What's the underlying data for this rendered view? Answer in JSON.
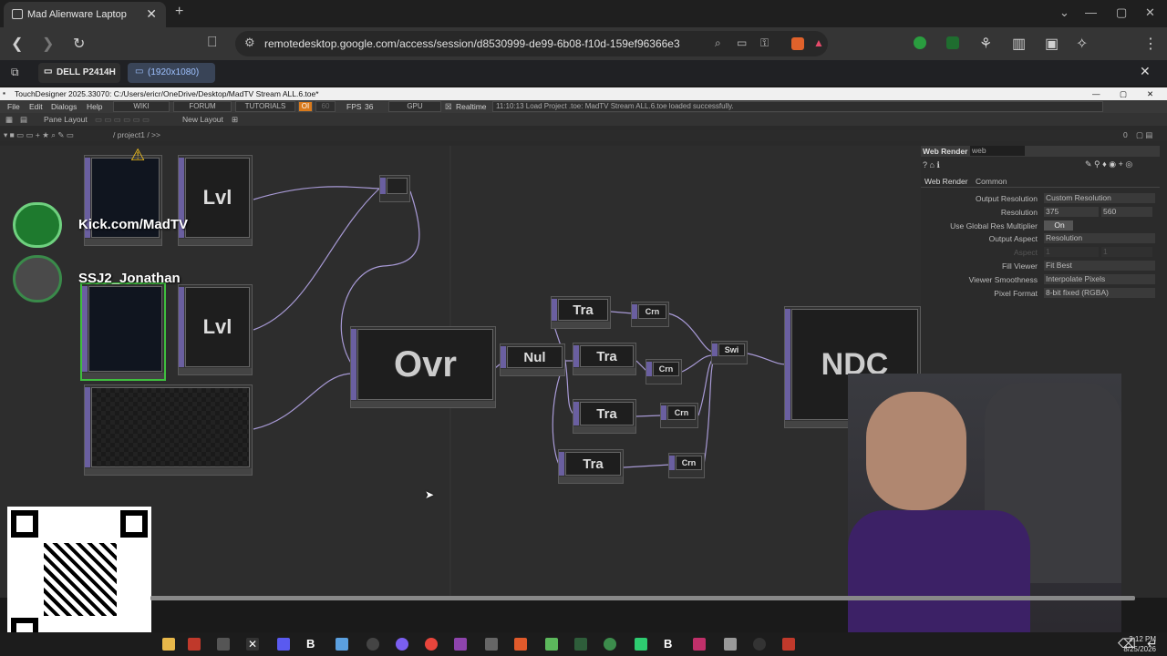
{
  "browser": {
    "tab_title": "Mad Alienware Laptop",
    "url": "remotedesktop.google.com/access/session/d8530999-de99-6b08-f10d-159ef96366e3"
  },
  "remote": {
    "monitor_label": "DELL P2414H",
    "resolution_label": "(1920x1080)"
  },
  "td": {
    "window_title": "TouchDesigner 2025.33070: C:/Users/ericr/OneDrive/Desktop/MadTV Stream ALL.6.toe*",
    "menu": [
      "File",
      "Edit",
      "Dialogs",
      "Help"
    ],
    "wiki": "WIKI",
    "forum": "FORUM",
    "tutorials": "TUTORIALS",
    "fps_label": "FPS",
    "fps_value": "36",
    "gpu": "GPU",
    "realtime": "Realtime",
    "status": "11:10:13 Load Project .toe: MadTV Stream ALL.6.toe loaded successfully.",
    "pane_layout": "Pane Layout",
    "new_layout": "New Layout",
    "path": "/ project1 / >>",
    "pane_index": "0",
    "rec_count": "60"
  },
  "nodes": {
    "lvl1": "Lvl",
    "lvl2": "Lvl",
    "ovr": "Ovr",
    "nul": "Nul",
    "tra1": "Tra",
    "tra2": "Tra",
    "tra3": "Tra",
    "tra4": "Tra",
    "crn1": "Crn",
    "crn2": "Crn",
    "crn3": "Crn",
    "crn4": "Crn",
    "swi": "Swi",
    "ndi": "NDC"
  },
  "params": {
    "op_type": "Web Render",
    "op_name": "web",
    "tabs": [
      "Web Render",
      "Common"
    ],
    "rows": [
      {
        "k": "Output Resolution",
        "v": "Custom Resolution"
      },
      {
        "k": "Resolution",
        "v": "375",
        "v2": "560"
      },
      {
        "k": "Use Global Res Multiplier",
        "v": "On"
      },
      {
        "k": "Output Aspect",
        "v": "Resolution"
      },
      {
        "k": "Aspect",
        "v": "1",
        "v2": "1"
      },
      {
        "k": "Fill Viewer",
        "v": "Fit Best"
      },
      {
        "k": "Viewer Smoothness",
        "v": "Interpolate Pixels"
      },
      {
        "k": "Pixel Format",
        "v": "8-bit fixed (RGBA)"
      }
    ]
  },
  "overlay": {
    "channel": "Kick.com/MadTV",
    "user": "SSJ2_Jonathan"
  },
  "clock": {
    "time": "2:12 PM",
    "date": "8/25/2026"
  }
}
